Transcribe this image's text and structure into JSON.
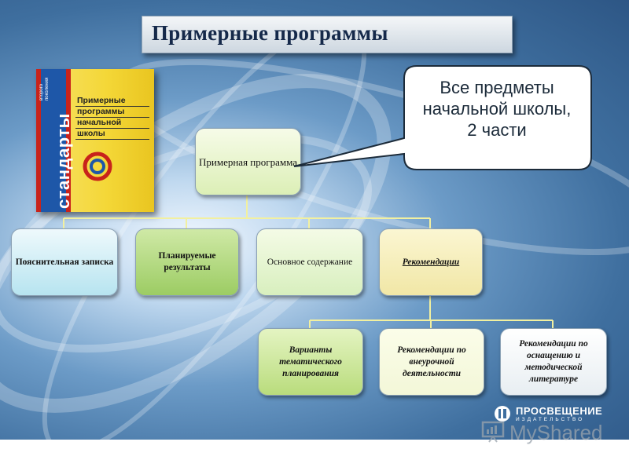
{
  "title": "Примерные программы",
  "book": {
    "series": "стандарты",
    "series_sub": "второго поколения",
    "title_lines": [
      "Примерные",
      "программы",
      "начальной",
      "школы"
    ]
  },
  "callout": {
    "lines": [
      "Все предметы",
      "начальной школы,",
      "2 части"
    ]
  },
  "diagram": {
    "root": "Примерная программа",
    "level1": [
      "Пояснительная записка",
      "Планируемые результаты",
      "Основное содержание",
      "Рекомендации"
    ],
    "level2": [
      "Варианты тематического планирования",
      "Рекомендации по внеурочной деятельности",
      "Рекомендации по оснащению и методической литературе"
    ]
  },
  "publisher": {
    "name": "ПРОСВЕЩЕНИЕ",
    "sub": "ИЗДАТЕЛЬСТВО"
  },
  "watermark": "MyShared",
  "colors": {
    "title_text": "#15294a",
    "connector": "#f2f0a0",
    "book_yellow": "#f4d737",
    "book_red": "#c8231b",
    "book_blue": "#1e57a8"
  }
}
